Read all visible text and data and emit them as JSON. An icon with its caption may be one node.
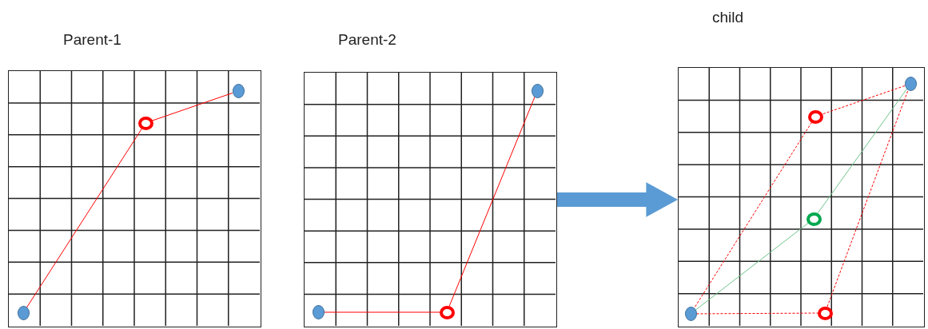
{
  "diagram": {
    "nodes": [
      {
        "text": [
          "Parent-1"
        ]
      },
      {
        "text": [
          "Parent-2"
        ]
      },
      {
        "text": [
          "child"
        ]
      },
      {
        "text": [],
        "shape": "circle",
        "in": 0
      },
      {
        "text": [],
        "shape": "ring",
        "in": 0
      },
      {
        "text": [],
        "shape": "circle",
        "in": 0
      },
      {
        "text": [],
        "shape": "circle",
        "in": 1
      },
      {
        "text": [],
        "shape": "circle",
        "in": 1
      },
      {
        "text": [],
        "shape": "ring",
        "in": 1
      },
      {
        "text": [],
        "shape": "circle",
        "in": 2
      },
      {
        "text": [],
        "shape": "ring",
        "in": 2
      },
      {
        "text": [],
        "shape": "ring",
        "in": 2
      },
      {
        "text": [],
        "shape": "circle",
        "in": 2
      },
      {
        "text": [],
        "shape": "ring",
        "in": 2
      }
    ],
    "edges": [
      {
        "from": 3,
        "to": 4,
        "arrow": "none"
      },
      {
        "from": 4,
        "to": 5,
        "arrow": "none"
      },
      {
        "from": 6,
        "to": 8,
        "arrow": "none"
      },
      {
        "from": 7,
        "to": 8,
        "arrow": "none"
      },
      {
        "from": 1,
        "to": 2,
        "arrow": "to",
        "style": "thick",
        "color": "#5b9bd5"
      },
      {
        "from": 9,
        "to": 10,
        "arrow": "none",
        "style": "dashed"
      },
      {
        "from": 10,
        "to": 12,
        "arrow": "none",
        "style": "dashed"
      },
      {
        "from": 9,
        "to": 11,
        "arrow": "none",
        "color": "#70c48a"
      },
      {
        "from": 11,
        "to": 12,
        "arrow": "none",
        "color": "#70c48a"
      },
      {
        "from": 12,
        "to": 13,
        "arrow": "none",
        "style": "dashed"
      },
      {
        "from": 13,
        "to": 9,
        "arrow": "none",
        "style": "dashed"
      }
    ]
  }
}
